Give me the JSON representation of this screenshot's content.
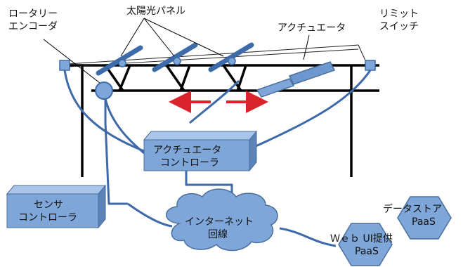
{
  "labels": {
    "rotary_encoder": [
      "ロータリー",
      "エンコーダ"
    ],
    "solar_panel": "太陽光パネル",
    "actuator": "アクチュエータ",
    "limit_switch": [
      "リミット",
      "スイッチ"
    ],
    "actuator_controller": [
      "アクチュエータ",
      "コントローラ"
    ],
    "sensor_controller": [
      "センサ",
      "コントローラ"
    ],
    "internet": [
      "インターネット",
      "回線"
    ],
    "datastore": [
      "データストア",
      "PaaS"
    ],
    "webui": [
      "Ｗｅｂ UI提供",
      "PaaS"
    ]
  },
  "colors": {
    "box_fill": "#7ea6d8",
    "box_top": "#a9c6ea",
    "box_side": "#5b83b8",
    "box_stroke": "#4a6f9e",
    "wire": "#3d69a8",
    "frame": "#000000",
    "arrow": "#d8242a"
  }
}
